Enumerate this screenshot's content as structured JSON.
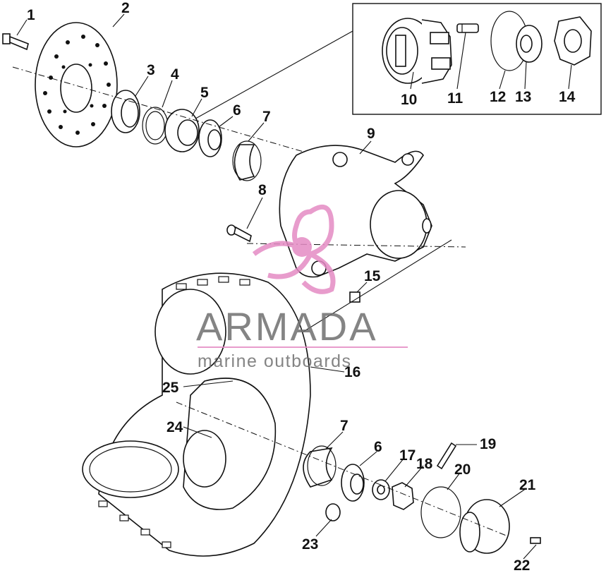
{
  "watermark": {
    "brand": "ARMADA",
    "tagline": "marine outboards",
    "brand_color": "#6f6f6f",
    "accent_color": "#e48bc4"
  },
  "callouts": [
    {
      "id": "1",
      "text": "1"
    },
    {
      "id": "2",
      "text": "2"
    },
    {
      "id": "3",
      "text": "3"
    },
    {
      "id": "4",
      "text": "4"
    },
    {
      "id": "5",
      "text": "5"
    },
    {
      "id": "6a",
      "text": "6"
    },
    {
      "id": "7a",
      "text": "7"
    },
    {
      "id": "8",
      "text": "8"
    },
    {
      "id": "9",
      "text": "9"
    },
    {
      "id": "10",
      "text": "10"
    },
    {
      "id": "11",
      "text": "11"
    },
    {
      "id": "12",
      "text": "12"
    },
    {
      "id": "13",
      "text": "13"
    },
    {
      "id": "14",
      "text": "14"
    },
    {
      "id": "15",
      "text": "15"
    },
    {
      "id": "16",
      "text": "16"
    },
    {
      "id": "7b",
      "text": "7"
    },
    {
      "id": "6b",
      "text": "6"
    },
    {
      "id": "17",
      "text": "17"
    },
    {
      "id": "18",
      "text": "18"
    },
    {
      "id": "19",
      "text": "19"
    },
    {
      "id": "20",
      "text": "20"
    },
    {
      "id": "21",
      "text": "21"
    },
    {
      "id": "22",
      "text": "22"
    },
    {
      "id": "23",
      "text": "23"
    },
    {
      "id": "24",
      "text": "24"
    },
    {
      "id": "25",
      "text": "25"
    }
  ]
}
